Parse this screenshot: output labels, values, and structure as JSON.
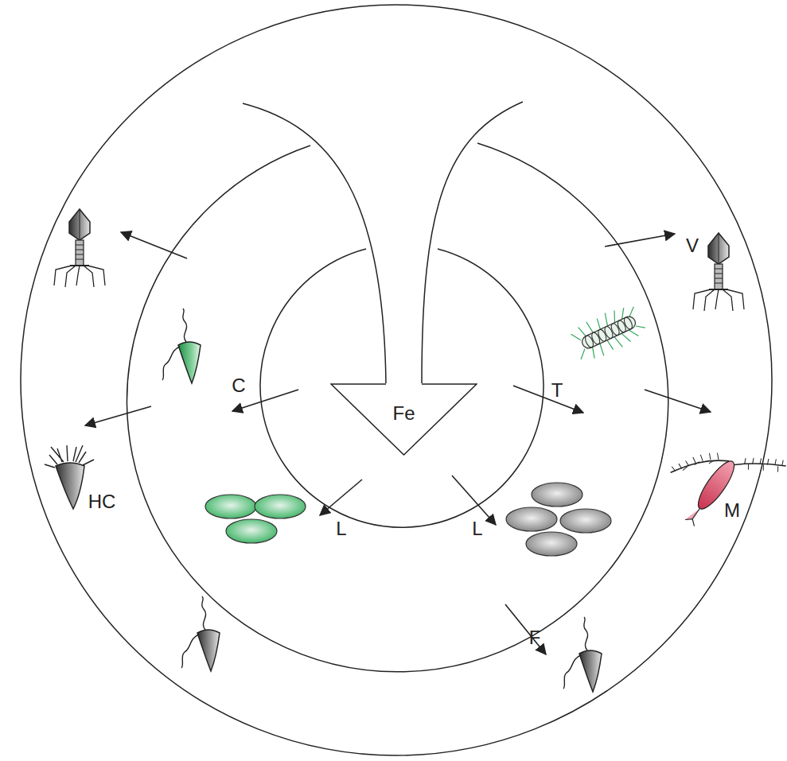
{
  "diagram": {
    "nodes": [
      {
        "text": [
          "Fe"
        ]
      }
    ],
    "labels": [
      "V",
      "C",
      "T",
      "HC",
      "L",
      "L",
      "M",
      "F"
    ]
  }
}
